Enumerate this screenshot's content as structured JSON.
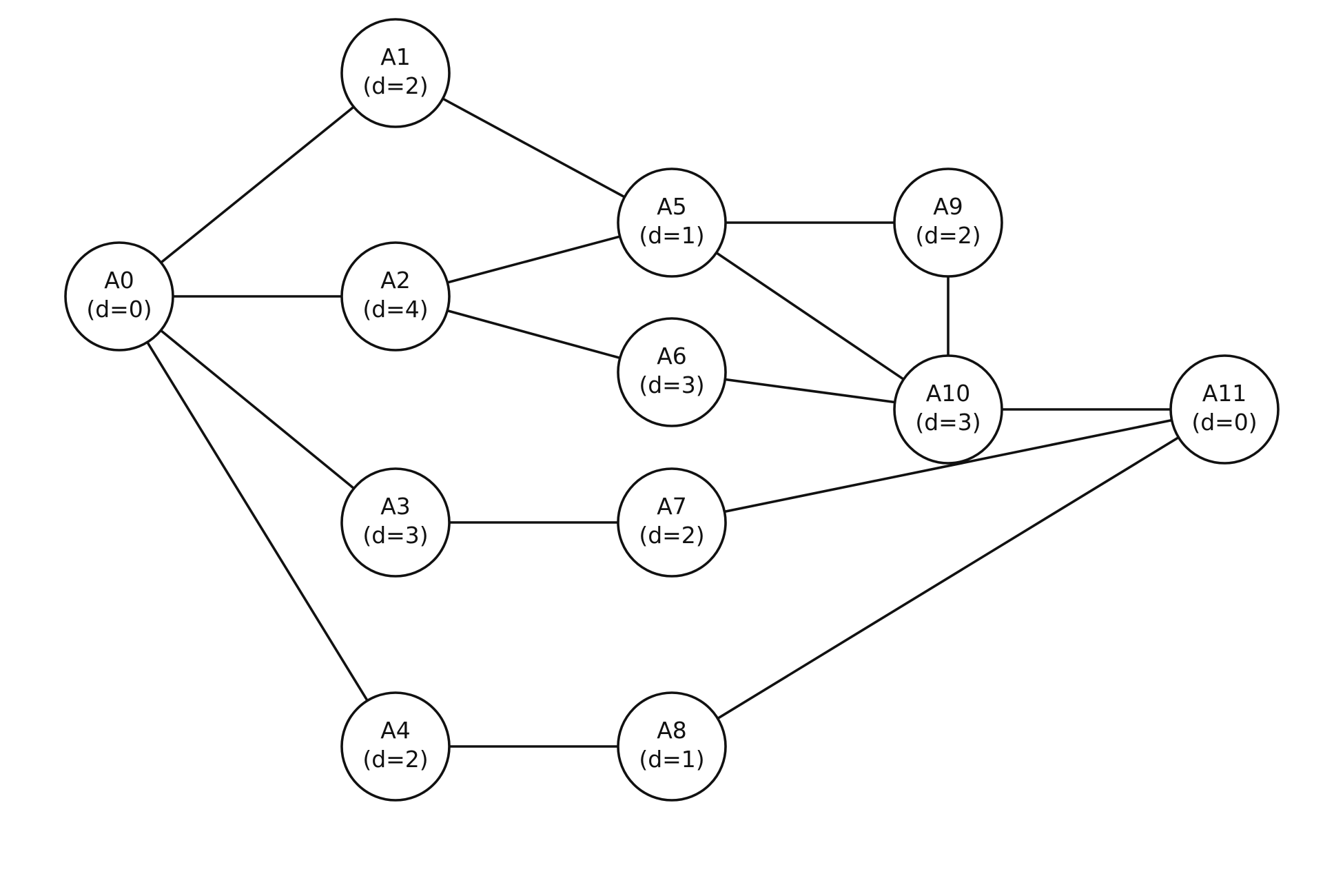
{
  "diagram": {
    "nodes": [
      {
        "id": "A0",
        "name": "A0",
        "distance": "(d=0)"
      },
      {
        "id": "A1",
        "name": "A1",
        "distance": "(d=2)"
      },
      {
        "id": "A2",
        "name": "A2",
        "distance": "(d=4)"
      },
      {
        "id": "A3",
        "name": "A3",
        "distance": "(d=3)"
      },
      {
        "id": "A4",
        "name": "A4",
        "distance": "(d=2)"
      },
      {
        "id": "A5",
        "name": "A5",
        "distance": "(d=1)"
      },
      {
        "id": "A6",
        "name": "A6",
        "distance": "(d=3)"
      },
      {
        "id": "A7",
        "name": "A7",
        "distance": "(d=2)"
      },
      {
        "id": "A8",
        "name": "A8",
        "distance": "(d=1)"
      },
      {
        "id": "A9",
        "name": "A9",
        "distance": "(d=2)"
      },
      {
        "id": "A10",
        "name": "A10",
        "distance": "(d=3)"
      },
      {
        "id": "A11",
        "name": "A11",
        "distance": "(d=0)"
      }
    ],
    "edges": [
      [
        "A0",
        "A1"
      ],
      [
        "A0",
        "A2"
      ],
      [
        "A0",
        "A3"
      ],
      [
        "A0",
        "A4"
      ],
      [
        "A1",
        "A5"
      ],
      [
        "A2",
        "A5"
      ],
      [
        "A2",
        "A6"
      ],
      [
        "A3",
        "A7"
      ],
      [
        "A4",
        "A8"
      ],
      [
        "A5",
        "A9"
      ],
      [
        "A5",
        "A10"
      ],
      [
        "A6",
        "A10"
      ],
      [
        "A9",
        "A10"
      ],
      [
        "A10",
        "A11"
      ],
      [
        "A7",
        "A11"
      ],
      [
        "A8",
        "A11"
      ]
    ],
    "colors": {
      "stroke": "#111111",
      "fill": "#ffffff",
      "background": "#ffffff"
    }
  }
}
